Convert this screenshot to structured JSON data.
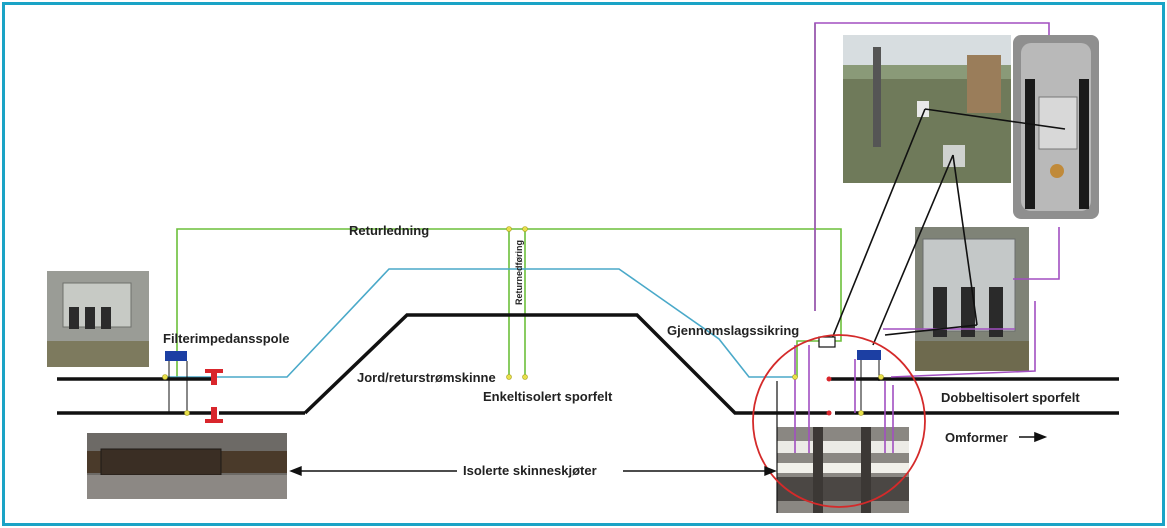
{
  "labels": {
    "returledning": "Returledning",
    "returnedforing": "Returnedføring",
    "filterimpedansspole": "Filterimpedansspole",
    "jord_returstromskinne": "Jord/returstrømskinne",
    "enkeltisolert_sporfelt": "Enkeltisolert sporfelt",
    "gjennomslagssikring": "Gjennomslagssikring",
    "dobbeltisolert_sporfelt": "Dobbeltisolert sporfelt",
    "omformer": "Omformer",
    "isolerte_skinneskjoter": "Isolerte skinneskjøter"
  },
  "colors": {
    "frame": "#1aa3c6",
    "return_line": "#6cbf3a",
    "earth_line": "#4aa9c9",
    "rail": "#111111",
    "track_circuit": "#a24fc1",
    "joint_marker": "#d9262c",
    "highlight_circle": "#d42a2a",
    "impedance_bond": "#1c3fa3",
    "junction_dot": "#e8e04a"
  },
  "icons": {
    "arrow": "arrow-right-icon",
    "double_arrow": "double-arrow-icon"
  }
}
